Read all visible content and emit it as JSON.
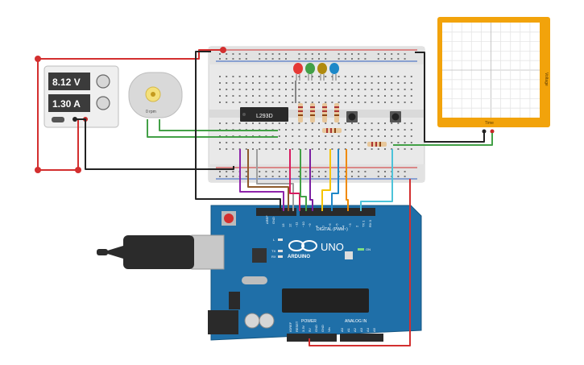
{
  "power_supply": {
    "voltage": "8.12 V",
    "current": "1.30 A"
  },
  "motor": {
    "label": "0 rpm"
  },
  "chip": {
    "label": "L293D"
  },
  "scope": {
    "y_label": "Voltage",
    "x_label": "Time"
  },
  "arduino": {
    "brand": "ARDUINO",
    "model": "UNO",
    "digital_label": "DIGITAL (PWM~)",
    "power_label": "POWER",
    "analog_label": "ANALOG IN",
    "on_label": "ON",
    "led_l": "L",
    "led_tx": "TX",
    "led_rx": "RX",
    "aref": "AREF",
    "gnd": "GND",
    "pins_top": [
      "13",
      "12",
      "~11",
      "~10",
      "~9",
      "8",
      "7",
      "~6",
      "~5",
      "4",
      "~3",
      "2",
      "TX 1",
      "RX 0"
    ],
    "pins_power": [
      "IOREF",
      "RESET",
      "3.3V",
      "5V",
      "GND",
      "GND",
      "Vin"
    ],
    "pins_analog": [
      "A0",
      "A1",
      "A2",
      "A3",
      "A4",
      "A5"
    ]
  },
  "colors": {
    "board_blue": "#1f6fa8",
    "wire_red": "#d32f2f",
    "wire_green": "#43a047",
    "wire_black": "#222222",
    "scope_orange": "#f2a30b",
    "led_red": "#e53935",
    "led_green": "#43a047",
    "led_yellow": "#b08a10",
    "led_blue": "#1e88c8"
  }
}
